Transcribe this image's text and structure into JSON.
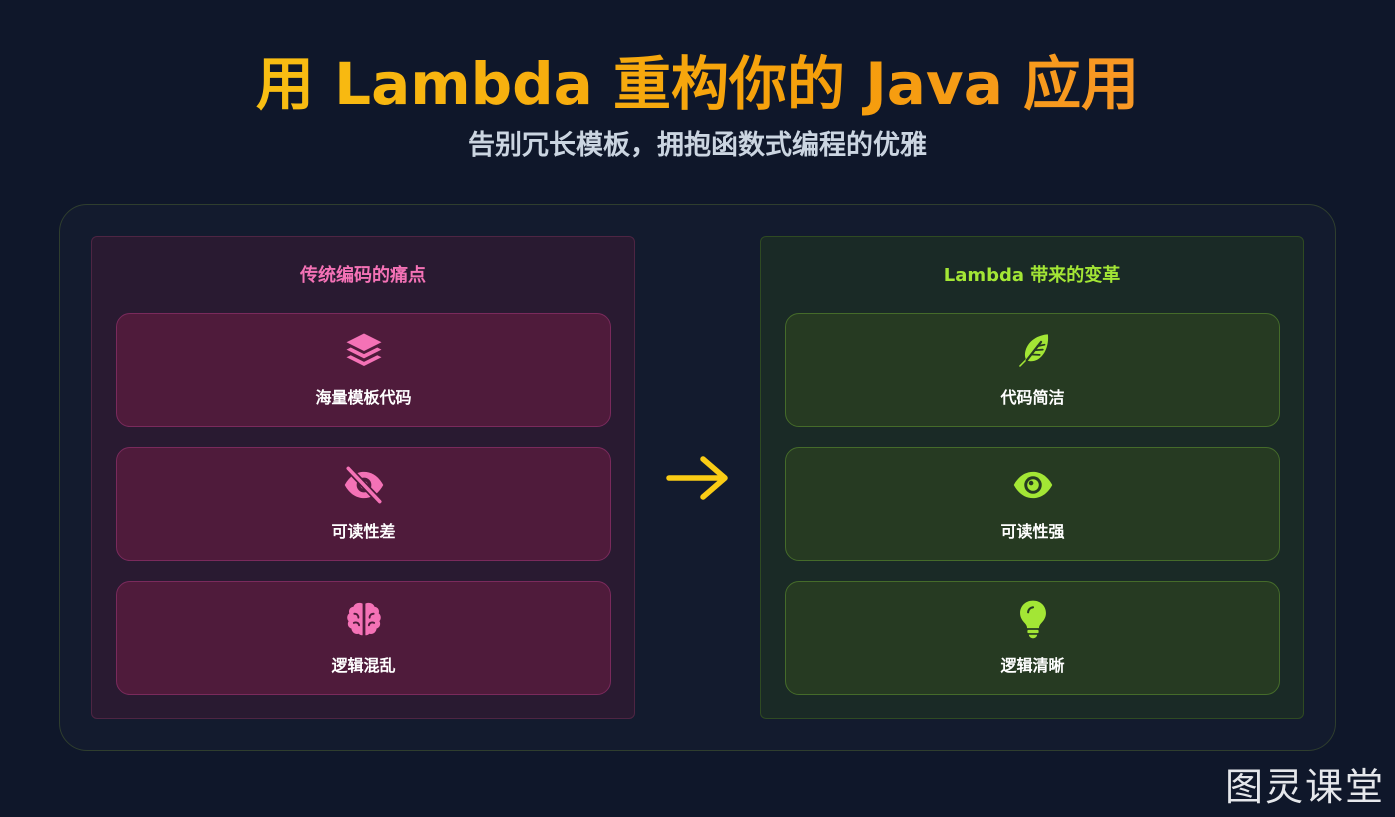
{
  "header": {
    "title": "用 Lambda 重构你的 Java 应用",
    "subtitle": "告别冗长模板，拥抱函数式编程的优雅"
  },
  "pain": {
    "title": "传统编码的痛点",
    "items": [
      {
        "icon": "layers-icon",
        "label": "海量模板代码"
      },
      {
        "icon": "eye-slash-icon",
        "label": "可读性差"
      },
      {
        "icon": "brain-icon",
        "label": "逻辑混乱"
      }
    ]
  },
  "gain": {
    "title": "Lambda 带来的变革",
    "items": [
      {
        "icon": "feather-icon",
        "label": "代码简洁"
      },
      {
        "icon": "eye-icon",
        "label": "可读性强"
      },
      {
        "icon": "lightbulb-icon",
        "label": "逻辑清晰"
      }
    ]
  },
  "watermark": "图灵课堂",
  "colors": {
    "background": "#0f172a",
    "title_gradient_start": "#facc15",
    "title_gradient_end": "#fb923c",
    "pain_accent": "#f472b6",
    "gain_accent": "#a3e635",
    "arrow": "#facc15"
  }
}
